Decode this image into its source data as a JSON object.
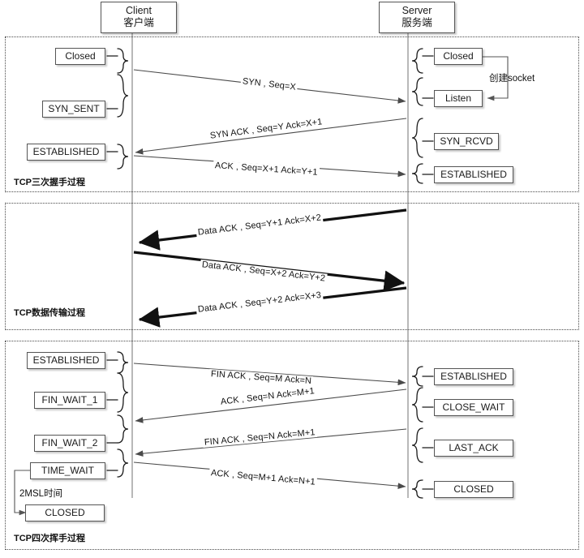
{
  "diagram": {
    "title_client": {
      "line1": "Client",
      "line2": "客户端"
    },
    "title_server": {
      "line1": "Server",
      "line2": "服务端"
    },
    "sections": [
      {
        "id": "handshake",
        "label": "TCP三次握手过程"
      },
      {
        "id": "datatransfer",
        "label": "TCP数据传输过程"
      },
      {
        "id": "teardown",
        "label": "TCP四次挥手过程"
      }
    ],
    "annotations": {
      "create_socket": "创建socket",
      "msl_wait": "2MSL时间"
    },
    "handshake": {
      "client_states": [
        "Closed",
        "SYN_SENT",
        "ESTABLISHED"
      ],
      "server_states": [
        "Closed",
        "Listen",
        "SYN_RCVD",
        "ESTABLISHED"
      ],
      "messages": [
        "SYN , Seq=X",
        "SYN ACK , Seq=Y Ack=X+1",
        "ACK , Seq=X+1 Ack=Y+1"
      ]
    },
    "datatransfer": {
      "messages": [
        "Data ACK , Seq=Y+1 Ack=X+2",
        "Data ACK , Seq=X+2 Ack=Y+2",
        "Data ACK , Seq=Y+2 Ack=X+3"
      ]
    },
    "teardown": {
      "client_states": [
        "ESTABLISHED",
        "FIN_WAIT_1",
        "FIN_WAIT_2",
        "TIME_WAIT",
        "CLOSED"
      ],
      "server_states": [
        "ESTABLISHED",
        "CLOSE_WAIT",
        "LAST_ACK",
        "CLOSED"
      ],
      "messages": [
        "FIN ACK , Seq=M Ack=N",
        "ACK , Seq=N Ack=M+1",
        "FIN ACK , Seq=N Ack=M+1",
        "ACK , Seq=M+1 Ack=N+1"
      ]
    },
    "colors": {
      "line": "#4a4a4a",
      "thick_line": "#111111",
      "box_border": "#555555",
      "background": "#ffffff"
    }
  }
}
